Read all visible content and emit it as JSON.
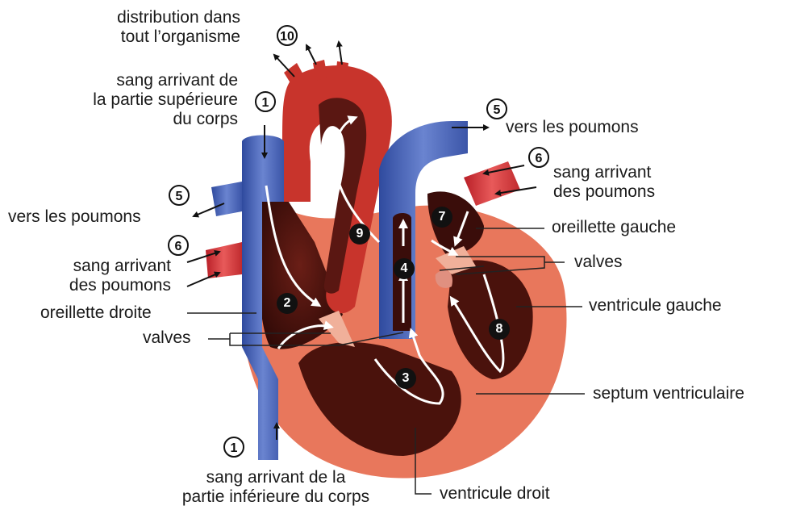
{
  "colors": {
    "muscle_outer": "#e8775c",
    "muscle_dark": "#5a1712",
    "chamber_dark": "#3a0d0a",
    "oxygenated_red": "#d63232",
    "deoxygenated_blue": "#4e68b8",
    "label_line": "#222222"
  },
  "labels": {
    "top_distribution": "distribution dans\ntout l’organisme",
    "upper_body_in": "sang arrivant de\nla partie supérieure\ndu corps",
    "to_lungs_right": "vers les poumons",
    "from_lungs_right": "sang arrivant\ndes poumons",
    "left_atrium": "oreillette gauche",
    "valves_right": "valves",
    "left_ventricle": "ventricule gauche",
    "septum": "septum ventriculaire",
    "right_ventricle": "ventricule droit",
    "lower_body_in": "sang arrivant de la\npartie inférieure du corps",
    "to_lungs_left": "vers les poumons",
    "from_lungs_left": "sang arrivant\ndes poumons",
    "right_atrium": "oreillette droite",
    "valves_left": "valves"
  },
  "steps": {
    "s1_top": "1",
    "s1_bottom": "1",
    "s2": "2",
    "s3": "3",
    "s4": "4",
    "s5_left": "5",
    "s5_right": "5",
    "s6_left": "6",
    "s6_right": "6",
    "s7": "7",
    "s8": "8",
    "s9": "9",
    "s10": "10"
  }
}
